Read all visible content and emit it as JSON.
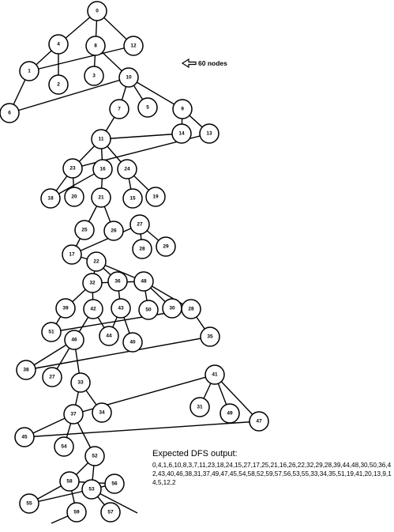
{
  "annotation": {
    "label": "60 nodes",
    "icon": "arrow-left-icon"
  },
  "expected": {
    "title": "Expected DFS output:",
    "sequence": "0,4,1,6,10,8,3,7,11,23,18,24,15,27,17,25,21,16,26,22,32,29,28,39,44,48,30,50,36,42,43,40,46,38,31,37,49,47,45,54,58,52,59,57,56,53,55,33,34,35,51,19,41,20,13,9,14,5,12,2"
  },
  "nodes": [
    "0",
    "4",
    "8",
    "12",
    "1",
    "2",
    "3",
    "10",
    "6",
    "7",
    "5",
    "9",
    "11",
    "14",
    "13",
    "23",
    "16",
    "24",
    "18",
    "20",
    "21",
    "15",
    "19",
    "25",
    "26",
    "27",
    "17",
    "28",
    "29",
    "22",
    "32",
    "36",
    "48",
    "39",
    "42",
    "43",
    "50",
    "30",
    "28",
    "51",
    "44",
    "40",
    "46",
    "35",
    "38",
    "27",
    "41",
    "33",
    "34",
    "31",
    "49",
    "37",
    "47",
    "45",
    "54",
    "52",
    "58",
    "56",
    "53",
    "55",
    "59",
    "57"
  ]
}
